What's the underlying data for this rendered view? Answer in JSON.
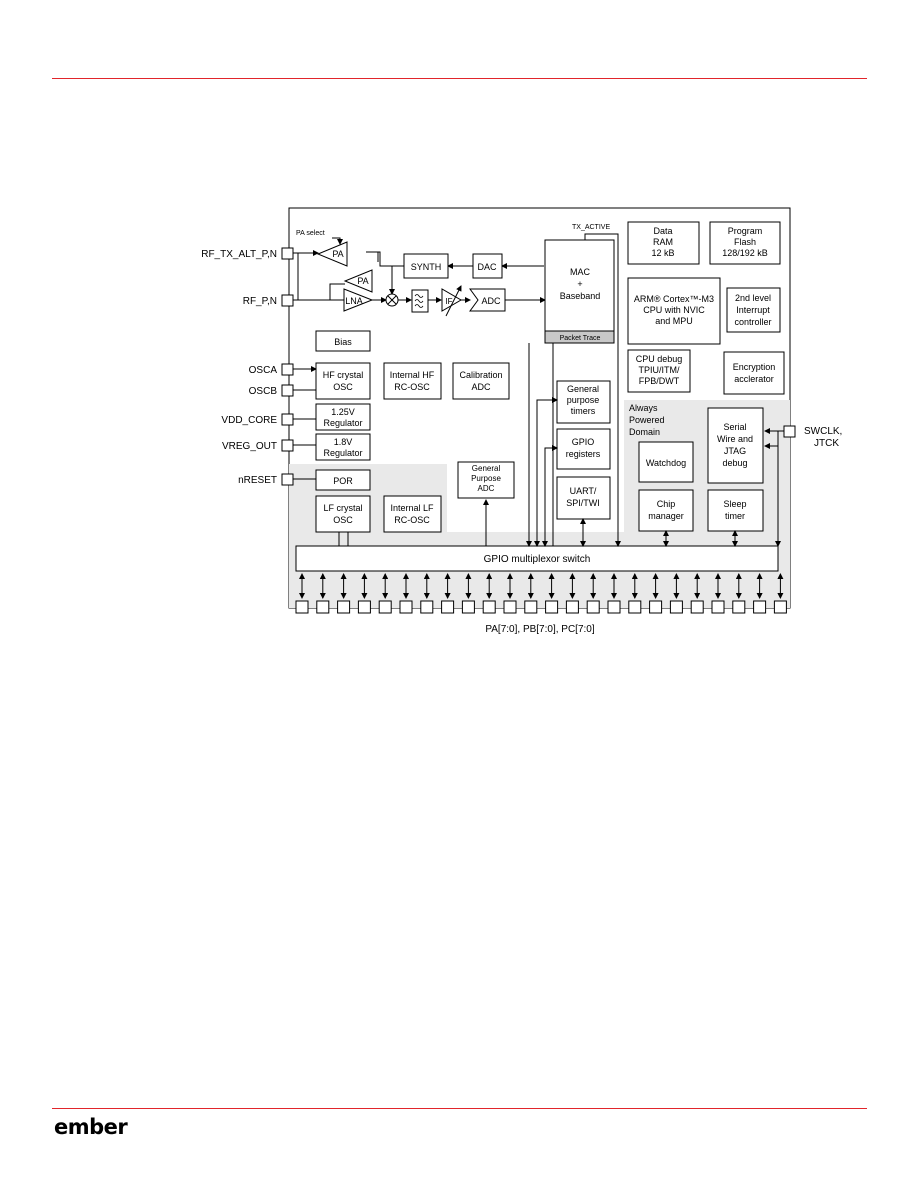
{
  "colors": {
    "rule": "#e1252b",
    "shade": "#e9e9e9",
    "trace_fill": "#c8c8c8"
  },
  "footer": {
    "logo": "ember"
  },
  "diagram": {
    "pins_left": {
      "rf_tx_alt": "RF_TX_ALT_P,N",
      "rf": "RF_P,N",
      "osca": "OSCA",
      "oscb": "OSCB",
      "vdd_core": "VDD_CORE",
      "vreg_out": "VREG_OUT",
      "nreset": "nRESET"
    },
    "pins_right": {
      "swclk_1": "SWCLK,",
      "swclk_2": "JTCK"
    },
    "bottom_label": "PA[7:0], PB[7:0], PC[7:0]",
    "signals": {
      "pa_select": "PA select",
      "tx_active": "TX_ACTIVE"
    },
    "rf_blocks": {
      "pa1": "PA",
      "pa2": "PA",
      "lna": "LNA",
      "synth": "SYNTH",
      "dac": "DAC",
      "if": "IF",
      "adc": "ADC"
    },
    "mac": {
      "line1": "MAC",
      "line2": "+",
      "line3": "Baseband",
      "packet_trace": "Packet Trace"
    },
    "bias": "Bias",
    "hf_crystal": [
      "HF crystal",
      "OSC"
    ],
    "internal_hf": [
      "Internal HF",
      "RC-OSC"
    ],
    "calibration_adc": [
      "Calibration",
      "ADC"
    ],
    "reg_125": [
      "1.25V",
      "Regulator"
    ],
    "reg_18": [
      "1.8V",
      "Regulator"
    ],
    "por": "POR",
    "lf_crystal": [
      "LF crystal",
      "OSC"
    ],
    "internal_lf": [
      "Internal LF",
      "RC-OSC"
    ],
    "gp_adc": [
      "General",
      "Purpose",
      "ADC"
    ],
    "data_ram": [
      "Data",
      "RAM",
      "12 kB"
    ],
    "program_flash": [
      "Program",
      "Flash",
      "128/192 kB"
    ],
    "arm_cpu": [
      "ARM® Cortex™-M3",
      "CPU with NVIC",
      "and MPU"
    ],
    "interrupt_ctrl": [
      "2nd level",
      "Interrupt",
      "controller"
    ],
    "cpu_debug": [
      "CPU debug",
      "TPIU/ITM/",
      "FPB/DWT"
    ],
    "encryption": [
      "Encryption",
      "acclerator"
    ],
    "gp_timers": [
      "General",
      "purpose",
      "timers"
    ],
    "gpio_regs": [
      "GPIO",
      "registers"
    ],
    "uart": [
      "UART/",
      "SPI/TWI"
    ],
    "always_powered": [
      "Always",
      "Powered",
      "Domain"
    ],
    "watchdog": "Watchdog",
    "serial_wire": [
      "Serial",
      "Wire and",
      "JTAG",
      "debug"
    ],
    "chip_manager": [
      "Chip",
      "manager"
    ],
    "sleep_timer": [
      "Sleep",
      "timer"
    ],
    "gpio_switch": "GPIO multiplexor switch"
  }
}
